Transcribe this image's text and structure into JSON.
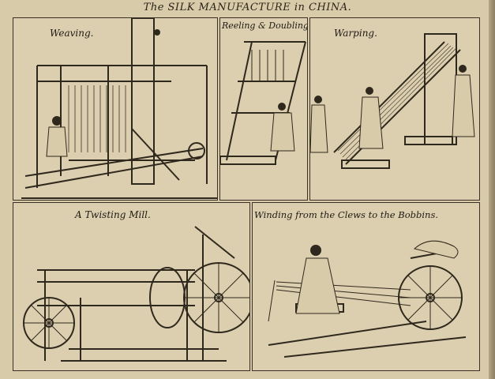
{
  "title": "The SILK MANUFACTURE in CHINA.",
  "panels": {
    "weaving": "Weaving.",
    "reeling": "Reeling & Doubling.",
    "warping": "Warping.",
    "twisting": "A Twisting Mill.",
    "winding": "Winding from the Clews to the Bobbins."
  }
}
